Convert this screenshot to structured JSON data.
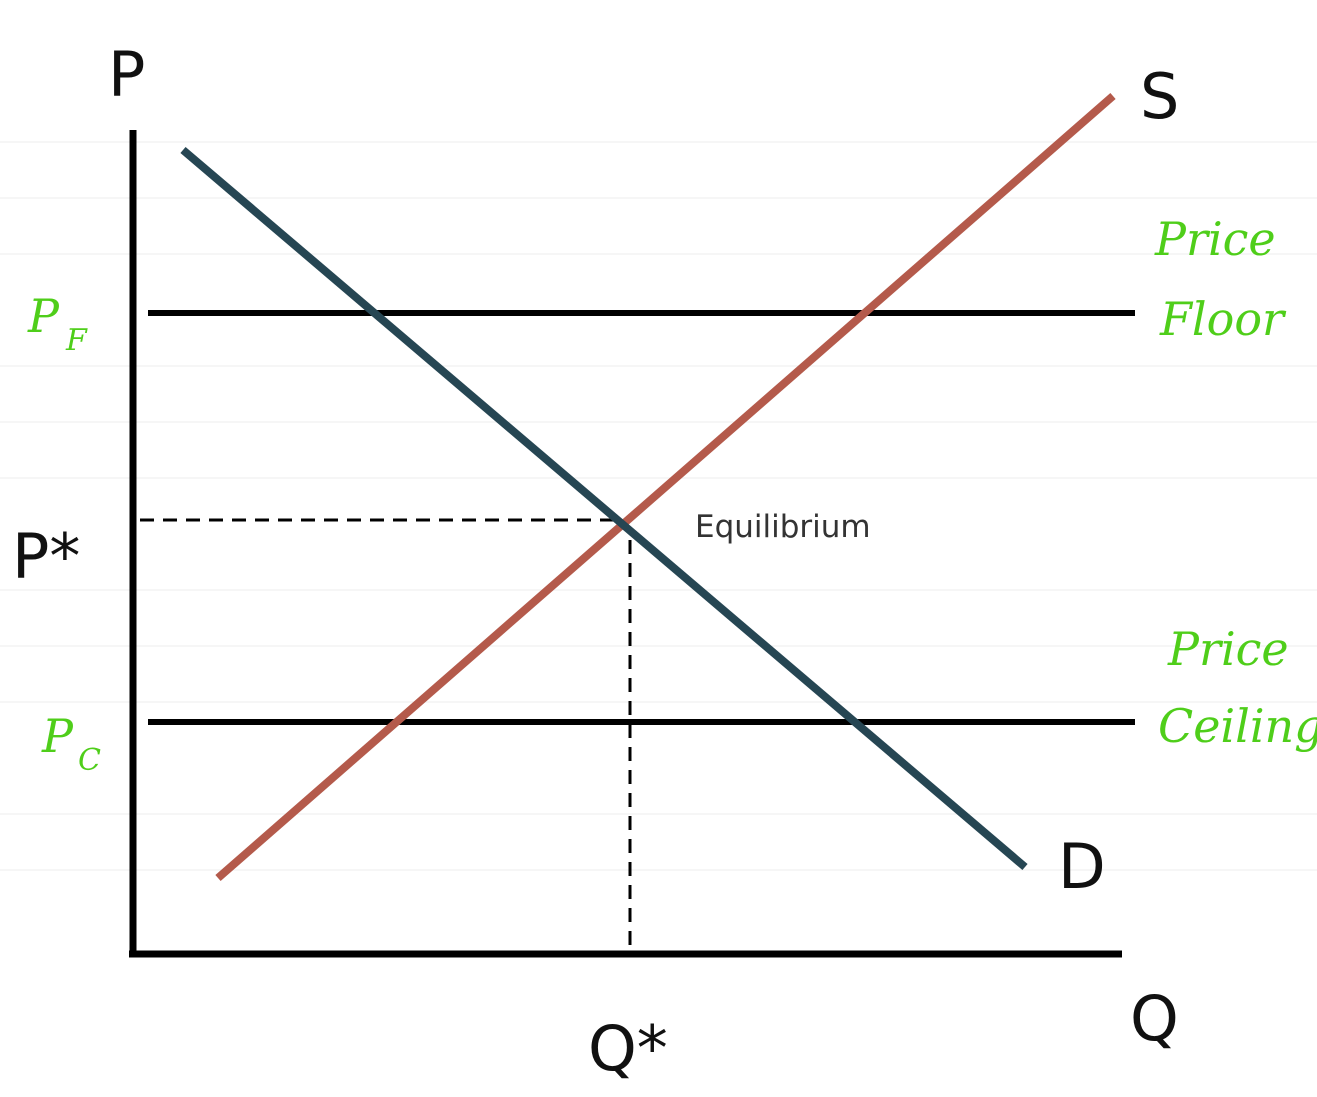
{
  "axes": {
    "y_label": "P",
    "x_label": "Q"
  },
  "curves": {
    "supply": {
      "label": "S",
      "color": "#b45a4b"
    },
    "demand": {
      "label": "D",
      "color": "#264653"
    }
  },
  "equilibrium": {
    "label": "Equilibrium",
    "price_label": "P*",
    "quantity_label": "Q*"
  },
  "price_floor": {
    "axis_symbol": "P",
    "axis_subscript": "F",
    "note_line1": "Price",
    "note_line2": "Floor"
  },
  "price_ceiling": {
    "axis_symbol": "P",
    "axis_subscript": "C",
    "note_line1": "Price",
    "note_line2": "Ceiling"
  },
  "annotation_color": "#4fce1a"
}
